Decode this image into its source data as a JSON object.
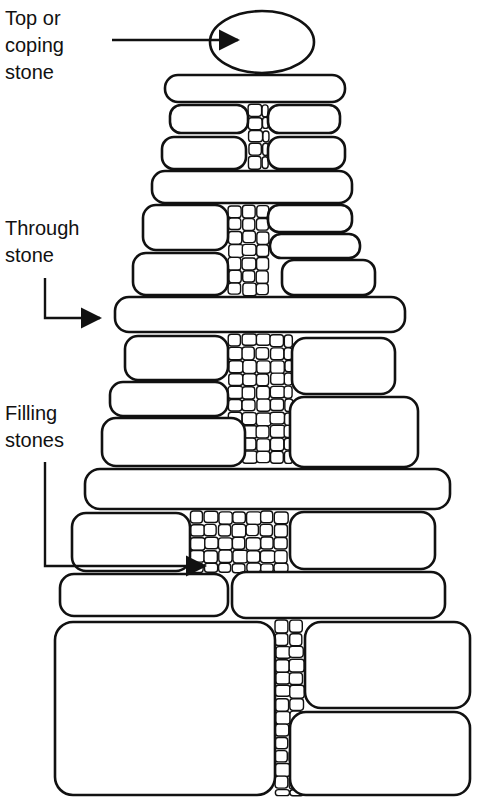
{
  "diagram": {
    "labels": [
      "Top or coping stone",
      "Through stone",
      "Filling stones"
    ]
  }
}
